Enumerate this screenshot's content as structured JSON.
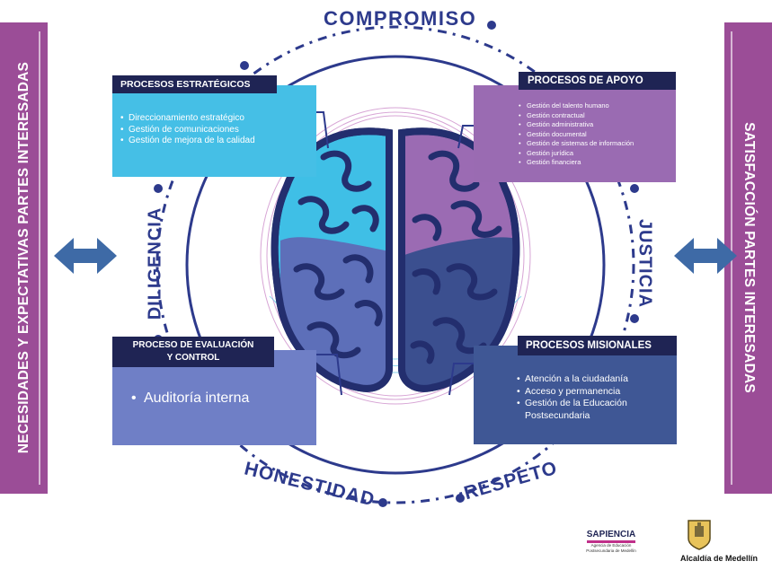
{
  "left_band": {
    "label": "NECESIDADES Y EXPECTATIVAS PARTES INTERESADAS"
  },
  "right_band": {
    "label": "SATISFACCIÓN PARTES INTERESADAS"
  },
  "values": {
    "top": "COMPROMISO",
    "left": "DILIGENCIA",
    "right": "JUSTICIA",
    "bottom_left": "HONESTIDAD",
    "bottom_right": "RESPETO"
  },
  "estrategicos": {
    "title": "PROCESOS ESTRATÉGICOS",
    "items": [
      "Direccionamiento estratégico",
      "Gestión de comunicaciones",
      "Gestión de mejora de la calidad"
    ]
  },
  "apoyo": {
    "title": "PROCESOS DE APOYO",
    "items": [
      "Gestión del talento humano",
      "Gestión contractual",
      "Gestión administrativa",
      "Gestión documental",
      "Gestión de sistemas de información",
      "Gestión jurídica",
      "Gestión financiera"
    ]
  },
  "evaluacion": {
    "title_line1": "PROCESO DE EVALUACIÓN",
    "title_line2": "Y CONTROL",
    "items": [
      "Auditoría interna"
    ]
  },
  "misionales": {
    "title": "PROCESOS MISIONALES",
    "items": [
      "Atención a la ciudadanía",
      "Acceso y permanencia",
      "Gestión de la Educación Postsecundaria"
    ]
  },
  "logos": {
    "sapiencia_name": "SAPIENCIA",
    "sapiencia_sub1": "Agencia de Educación",
    "sapiencia_sub2": "Postsecundaria de Medellín",
    "alcaldia": "Alcaldía de Medellín"
  },
  "colors": {
    "band_purple": "#9b4d97",
    "header_navy": "#1f2454",
    "estrategicos_cyan": "#45bfe6",
    "apoyo_purple": "#9a6bb2",
    "evaluacion_blue": "#6f7fc6",
    "misionales_navy": "#3f5795",
    "arrow_blue": "#3e6aa6",
    "circle_navy": "#2d3a8c"
  }
}
